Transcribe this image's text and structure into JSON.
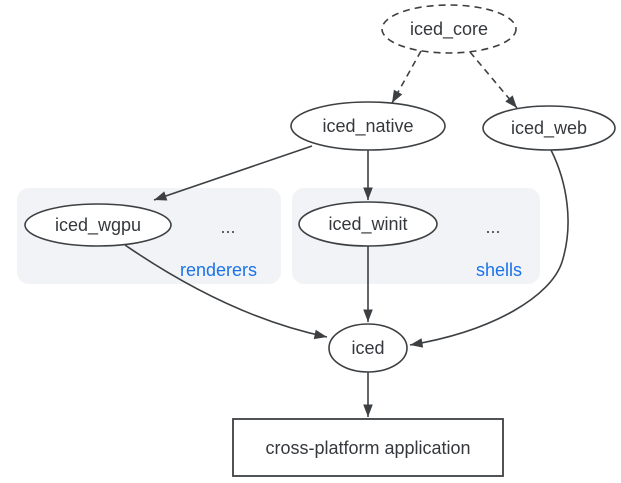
{
  "diagram": {
    "nodes": {
      "iced_core": {
        "label": "iced_core",
        "shape": "ellipse",
        "border": "dashed"
      },
      "iced_native": {
        "label": "iced_native",
        "shape": "ellipse",
        "border": "solid"
      },
      "iced_web": {
        "label": "iced_web",
        "shape": "ellipse",
        "border": "solid"
      },
      "iced_wgpu": {
        "label": "iced_wgpu",
        "shape": "ellipse",
        "border": "solid"
      },
      "iced_winit": {
        "label": "iced_winit",
        "shape": "ellipse",
        "border": "solid"
      },
      "iced": {
        "label": "iced",
        "shape": "ellipse",
        "border": "solid"
      },
      "application": {
        "label": "cross-platform application",
        "shape": "rectangle",
        "border": "solid"
      }
    },
    "groups": {
      "renderers": {
        "label": "renderers",
        "ellipsis": "...",
        "members": [
          "iced_wgpu"
        ]
      },
      "shells": {
        "label": "shells",
        "ellipsis": "...",
        "members": [
          "iced_winit"
        ]
      }
    },
    "edges": [
      {
        "from": "iced_core",
        "to": "iced_native",
        "style": "dashed"
      },
      {
        "from": "iced_core",
        "to": "iced_web",
        "style": "dashed"
      },
      {
        "from": "iced_native",
        "to": "iced_wgpu",
        "style": "solid"
      },
      {
        "from": "iced_native",
        "to": "iced_winit",
        "style": "solid"
      },
      {
        "from": "iced_wgpu",
        "to": "iced",
        "style": "solid"
      },
      {
        "from": "iced_winit",
        "to": "iced",
        "style": "solid"
      },
      {
        "from": "iced_web",
        "to": "iced",
        "style": "solid"
      },
      {
        "from": "iced",
        "to": "application",
        "style": "solid"
      }
    ],
    "colors": {
      "background": "#ffffff",
      "node_fill": "#ffffff",
      "stroke": "#3d4043",
      "text": "#35383c",
      "group_fill": "#f1f3f6",
      "group_label_blue": "#1a73e8"
    }
  }
}
